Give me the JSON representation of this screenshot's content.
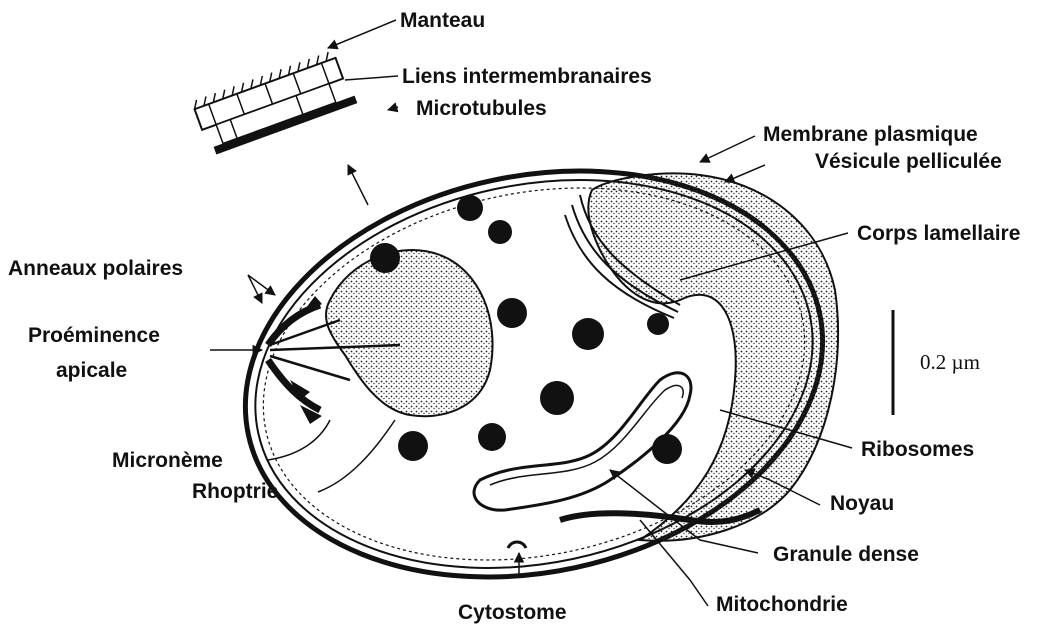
{
  "labels": {
    "manteau": "Manteau",
    "liens": "Liens intermembranaires",
    "microtubules": "Microtubules",
    "membrane": "Membrane plasmique",
    "vesicule": "Vésicule pelliculée",
    "corps": "Corps lamellaire",
    "anneaux": "Anneaux polaires",
    "proeminence_1": "Proéminence",
    "proeminence_2": "apicale",
    "scale": "0.2 µm",
    "ribosomes": "Ribosomes",
    "microneme": "Micronème",
    "rhoptrie": "Rhoptrie",
    "noyau": "Noyau",
    "granule": "Granule dense",
    "mitochondrie": "Mitochondrie",
    "cytostome": "Cytostome"
  },
  "colors": {
    "ink": "#111111",
    "background": "#ffffff"
  }
}
